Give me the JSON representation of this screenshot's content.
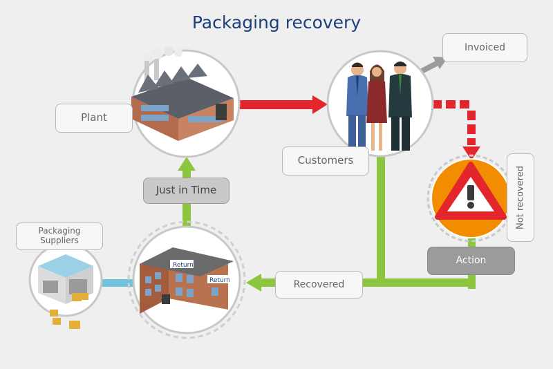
{
  "title": "Packaging recovery",
  "labels": {
    "plant": "Plant",
    "invoiced": "Invoiced",
    "customers": "Customers",
    "not_recovered": "Not recovered",
    "just_in_time": "Just in Time",
    "action": "Action",
    "recovered": "Recovered",
    "packaging_suppliers": "Packaging Suppliers"
  },
  "building_sign": "Return",
  "colors": {
    "title": "#1d3f7a",
    "red_arrow": "#e3262b",
    "green_arrow": "#8cc63f",
    "blue_link": "#6fc3dc",
    "gray_arrow": "#9b9b9b",
    "warning": "#f28c00"
  },
  "icons": [
    "factory-icon",
    "business-people-icon",
    "warning-icon",
    "warehouse-icon",
    "return-building-icon"
  ]
}
